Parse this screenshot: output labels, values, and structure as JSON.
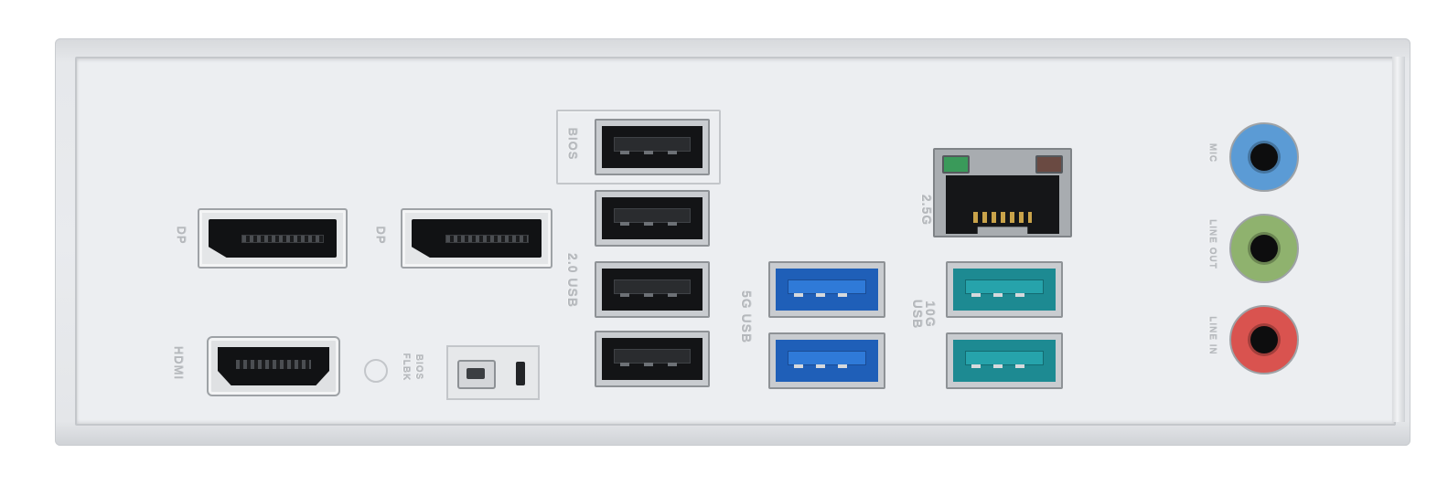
{
  "labels": {
    "dp_left": "DP",
    "dp_right": "DP",
    "hdmi": "HDMI",
    "bios": "BIOS",
    "bios_flbk": "BIOS FLBK",
    "usb20": "2.0 USB",
    "usb5g": "5G USB",
    "usb10g": "10G USB",
    "lan": "2.5G",
    "mic": "MIC",
    "line_out": "LINE OUT",
    "line_in": "LINE IN"
  },
  "colors": {
    "plate": "#e9ebee",
    "usb3_blue": "#1f5fb8",
    "usb3_teal": "#1d8a92",
    "jack_mic": "#5b9bd5",
    "jack_line_out": "#8fb26e",
    "jack_line_in": "#d9534f",
    "lan_led_left": "#3a9a5a",
    "lan_led_right": "#6a4a42"
  },
  "icons": {
    "flashback_button": "bios-flashback-button-icon",
    "flashback_led": "bios-flashback-led-icon"
  }
}
